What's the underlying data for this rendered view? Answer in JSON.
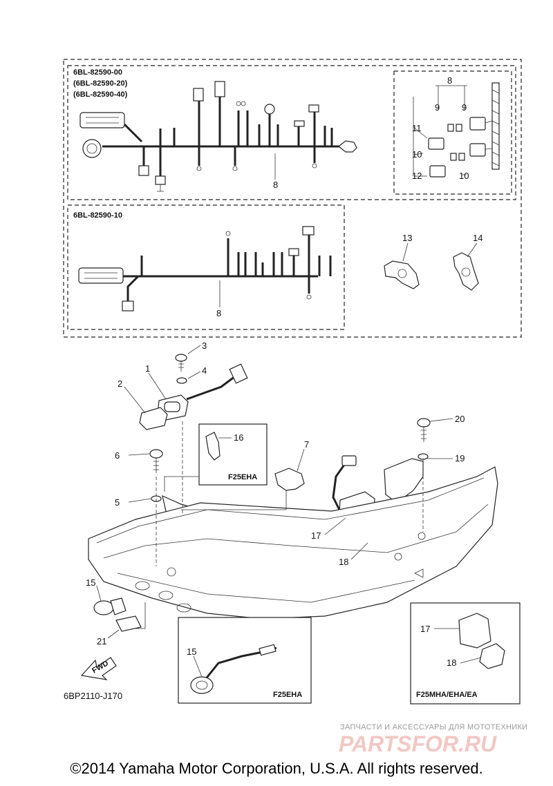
{
  "diagram": {
    "harness_box": {
      "codes": [
        "6BL-82590-00",
        "(6BL-82590-20)",
        "(6BL-82590-40)"
      ],
      "code_alt": "6BL-82590-10",
      "harness_ref_top": "8",
      "harness_ref_bottom": "8"
    },
    "detail_box": {
      "refs": [
        "8",
        "9",
        "9",
        "11",
        "10",
        "12",
        "10"
      ]
    },
    "clip_refs": {
      "clip_13": "13",
      "clip_14": "14"
    },
    "callouts": {
      "c1": "1",
      "c2": "2",
      "c3": "3",
      "c4": "4",
      "c5": "5",
      "c6": "6",
      "c7": "7",
      "c15": "15",
      "c16": "16",
      "c17": "17",
      "c18": "18",
      "c19": "19",
      "c20": "20",
      "c21": "21"
    },
    "inset_f25eha_top": {
      "label": "F25EHA",
      "ref": "16"
    },
    "inset_f25eha_bottom": {
      "label": "F25EHA",
      "ref": "15"
    },
    "inset_f25mha": {
      "label": "F25MHA/EHA/EA",
      "ref17": "17",
      "ref18": "18"
    },
    "fwd_label": "FWD",
    "drawing_code": "6BP2110-J170"
  },
  "watermark": {
    "tagline": "ЗАПЧАСТИ И АКСЕССУАРЫ ДЛЯ МОТОТЕХНИКИ",
    "brand": "PARTSFOR.RU",
    "brand_color": "#f2c7c3"
  },
  "copyright": "©2014 Yamaha Motor Corporation, U.S.A. All rights reserved."
}
